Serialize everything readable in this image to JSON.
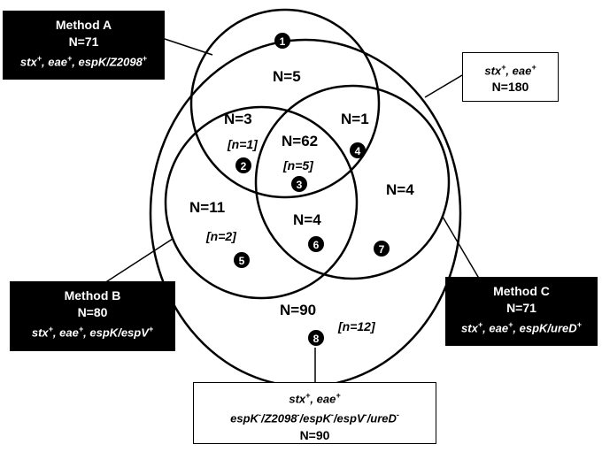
{
  "colors": {
    "ink": "#000000",
    "paper": "#ffffff"
  },
  "boxes": {
    "method_a": {
      "title": "Method A",
      "count": "N=71",
      "genes": "stx+, eae+, espK/Z2098+"
    },
    "method_b": {
      "title": "Method B",
      "count": "N=80",
      "genes": "stx+, eae+, espK/espV+"
    },
    "method_c": {
      "title": "Method C",
      "count": "N=71",
      "genes": "stx+, eae+, espK/ureD+"
    },
    "total": {
      "genes": "stx+, eae+",
      "count": "N=180"
    },
    "negative": {
      "genes_line1": "stx+, eae+",
      "genes_line2": "espK-/Z2098-/espK-/espV-/ureD-",
      "count": "N=90"
    }
  },
  "regions": {
    "a_only": {
      "count": "N=5"
    },
    "ab": {
      "count": "N=3",
      "note": "[n=1]"
    },
    "abc": {
      "count": "N=62",
      "note": "[n=5]"
    },
    "ac": {
      "count": "N=1"
    },
    "b_only": {
      "count": "N=11",
      "note": "[n=2]"
    },
    "bc": {
      "count": "N=4"
    },
    "c_only": {
      "count": "N=4"
    },
    "outside": {
      "count": "N=90",
      "note": "[n=12]"
    }
  },
  "markers": [
    "1",
    "2",
    "3",
    "4",
    "5",
    "6",
    "7",
    "8"
  ]
}
